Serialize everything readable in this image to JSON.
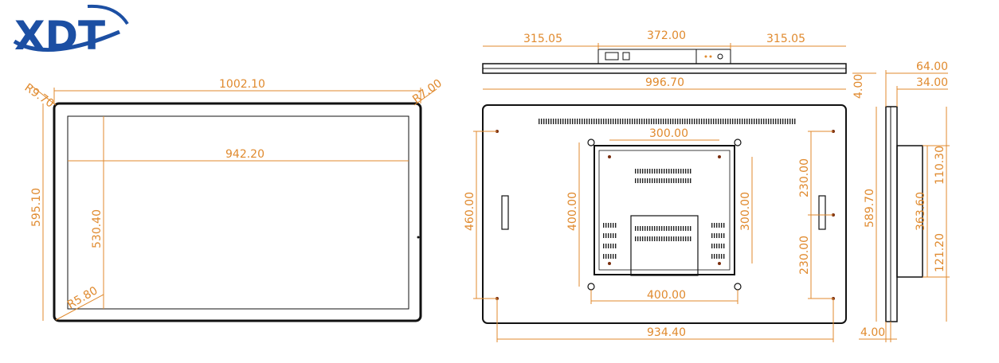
{
  "logo": {
    "text": "XDT",
    "color": "#1c4fa3"
  },
  "colors": {
    "dimension": "#E08A2E",
    "outline": "#111111",
    "bracket": "#cc33cc",
    "board": "#33bbcc"
  },
  "front_view": {
    "width": "1002.10",
    "inner_width": "942.20",
    "height": "595.10",
    "inner_height": "530.40",
    "corner_radius_tl": "R9.70",
    "corner_radius_tr": "R7.00",
    "corner_radius_inner": "R5.80"
  },
  "top_view": {
    "left_segment": "315.05",
    "center_segment": "372.00",
    "right_segment": "315.05",
    "overall": "996.70",
    "thickness": "4.00"
  },
  "back_view": {
    "vesa_top": "300.00",
    "vesa_bottom": "400.00",
    "vesa_height_inner": "300.00",
    "vesa_height_outer": "400.00",
    "side_hole_span": "460.00",
    "right_upper": "230.00",
    "right_lower": "230.00",
    "hole_span_width": "934.40"
  },
  "side_view": {
    "depth_total": "64.00",
    "depth_body": "34.00",
    "height": "589.70",
    "box_height": "363.60",
    "top_offset": "110.30",
    "bottom_offset": "121.20",
    "bottom_thickness": "4.00"
  }
}
